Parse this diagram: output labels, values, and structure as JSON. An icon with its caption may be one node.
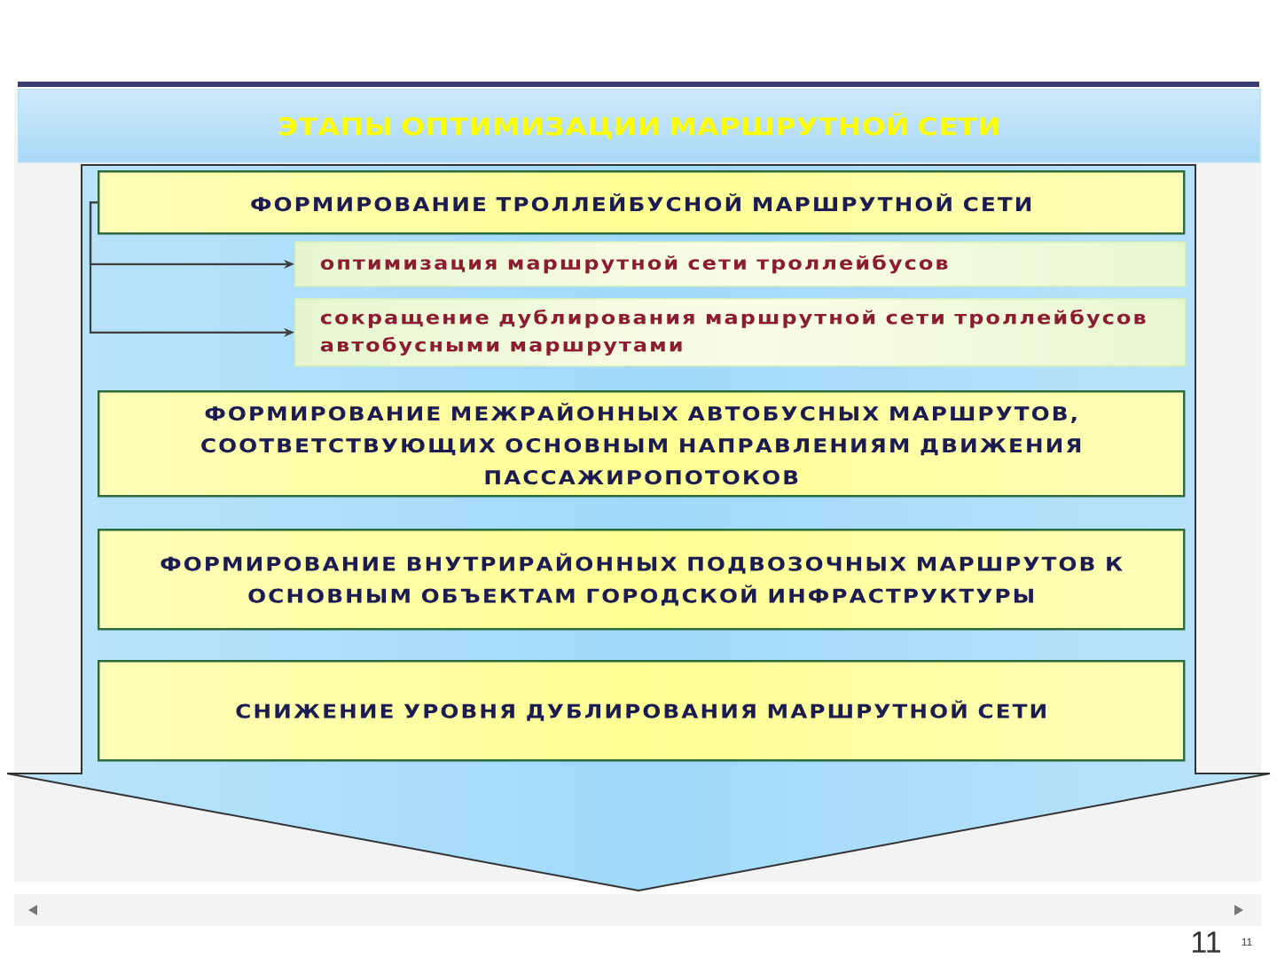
{
  "diagram": {
    "nodes": [
      {
        "text": [
          "ЭТАПЫ ОПТИМИЗАЦИИ МАРШРУТНОЙ СЕТИ"
        ]
      },
      {
        "text": [],
        "shape": "arrow"
      },
      {
        "text": [
          "ФОРМИРОВАНИЕ ТРОЛЛЕЙБУСНОЙ МАРШРУТНОЙ СЕТИ"
        ],
        "in": 1
      },
      {
        "text": [
          "оптимизация маршрутной сети троллейбусов"
        ],
        "in": 1
      },
      {
        "text": [
          "сокращение дублирования маршрутной сети троллейбусов автобусными маршрутами"
        ],
        "in": 1
      },
      {
        "text": [
          "ФОРМИРОВАНИЕ МЕЖРАЙОННЫХ АВТОБУСНЫХ МАРШРУТОВ, СООТВЕТСТВУЮЩИХ ОСНОВНЫМ НАПРАВЛЕНИЯМ ДВИЖЕНИЯ ПАССАЖИРОПОТОКОВ"
        ],
        "in": 1
      },
      {
        "text": [
          "ФОРМИРОВАНИЕ ВНУТРИРАЙОННЫХ ПОДВОЗОЧНЫХ МАРШРУТОВ К ОСНОВНЫМ ОБЪЕКТАМ ГОРОДСКОЙ ИНФРАСТРУКТУРЫ"
        ],
        "in": 1
      },
      {
        "text": [
          "СНИЖЕНИЕ УРОВНЯ ДУБЛИРОВАНИЯ МАРШРУТНОЙ СЕТИ"
        ],
        "in": 1
      }
    ],
    "edges": [
      {
        "from": 2,
        "to": 3,
        "arrow": "to"
      },
      {
        "from": 2,
        "to": 4,
        "arrow": "to"
      }
    ],
    "labels": [
      "11",
      "11"
    ]
  }
}
